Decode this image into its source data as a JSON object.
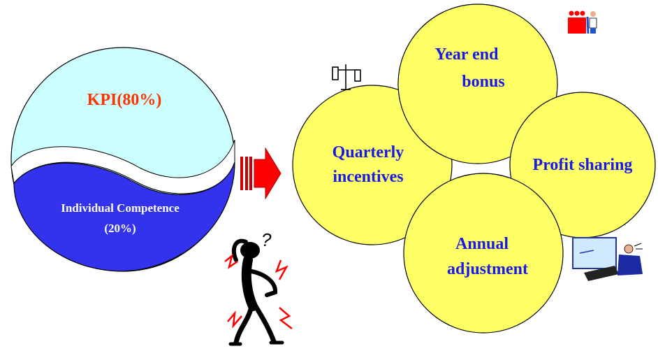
{
  "split": {
    "top_label": "KPI(80%)",
    "bottom_label_line1": "Individual Competence",
    "bottom_label_line2": "(20%)",
    "top_color": "#ccffff",
    "bottom_color": "#3333ee",
    "top_text_color": "#ff3300",
    "bottom_text_color": "#ffffff"
  },
  "arrow_color": "#ff0000",
  "circles": {
    "fill": "#ffff66",
    "text_color": "#1a1ae6",
    "quarterly_line1": "Quarterly",
    "quarterly_line2": "incentives",
    "yearend_line1": "Year end",
    "yearend_line2": "bonus",
    "profit": "Profit sharing",
    "annual_line1": "Annual",
    "annual_line2": "adjustment"
  },
  "clipart": {
    "confused_mark": "?",
    "icons": [
      "scale-icon",
      "people-icon",
      "computer-user-icon",
      "confused-person-icon"
    ]
  }
}
